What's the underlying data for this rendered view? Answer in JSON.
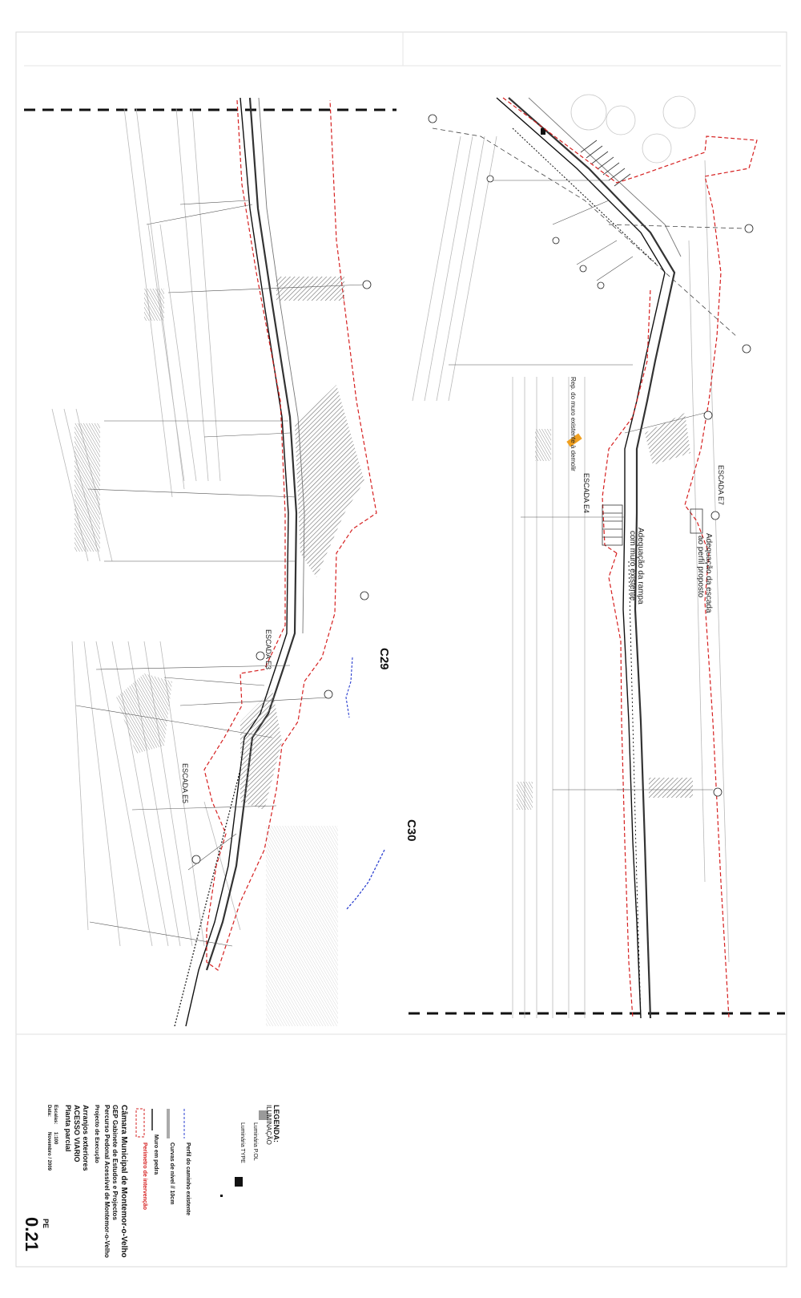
{
  "sections": {
    "c29": "C29",
    "c30": "C30"
  },
  "stairs": {
    "e3": "ESCADA E3",
    "e4": "ESCADA E4",
    "e5": "ESCADA E5",
    "e7": "ESCADA E7"
  },
  "notes": {
    "ramp_adjust": "Adequação da rampa",
    "ramp_adjust_2": "com muro existente",
    "stair_adjust": "Adequação da escada",
    "stair_adjust_2": "ao perfil proposto",
    "wall_repair": "Rep. do muro existente à demolir"
  },
  "legend": {
    "title": "LEGENDA:",
    "subtitle": "ILUMINAÇÃO",
    "items": [
      {
        "label": "Luminária P.OL",
        "kind": "grey-box"
      },
      {
        "label": "Luminária TYPE",
        "kind": "black-box"
      },
      {
        "label": "Perfil do caminho existente",
        "kind": "blue-dash"
      },
      {
        "label": "Curvas de nível // 10cm",
        "kind": "grey-line"
      },
      {
        "label": "Muro em pedra",
        "kind": "thick-line"
      },
      {
        "label": "Perímetro de intervenção",
        "kind": "red-dash"
      }
    ]
  },
  "titleblock": {
    "client": "Câmara Municipal de Montemor-o-Velho",
    "office": "GEP  Gabinete de Estudos e Projectos",
    "project_name": "Percurso Pedonal Acessível de Montemor-o-Velho",
    "phase": "Projecto de Execução",
    "drawing_1": "Arranjos exteriores",
    "drawing_2": "ACESSO VIARIO",
    "drawing_3": "Planta parcial",
    "scale_label": "Escalas:",
    "scale_value": "1:100",
    "date_label": "Data:",
    "date_value": "Novembro / 2009",
    "sheet_code": "PE",
    "sheet_number": "0.21"
  },
  "colors": {
    "red_boundary": "#d62020",
    "blue_profile": "#2a3fd0",
    "line": "#222222",
    "grey": "#9a9a9a",
    "hatch": "#6d6d6d",
    "orange": "#f0a020"
  }
}
